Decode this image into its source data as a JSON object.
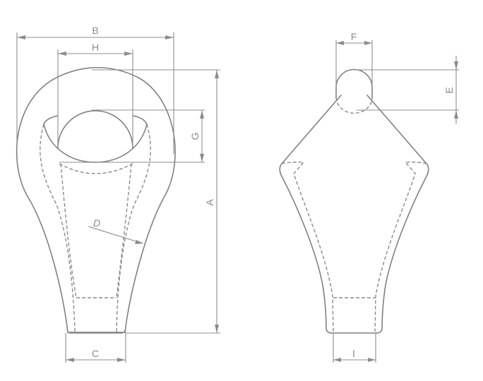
{
  "drawing": {
    "title": "Wire rope wedge socket technical drawing",
    "line_color": "#808080",
    "background": "#ffffff",
    "front_view": {
      "dimensions": {
        "A": "A",
        "B": "B",
        "C": "C",
        "D": "D",
        "G": "G",
        "H": "H"
      }
    },
    "side_view": {
      "dimensions": {
        "E": "E",
        "F": "F",
        "I": "I"
      }
    }
  }
}
